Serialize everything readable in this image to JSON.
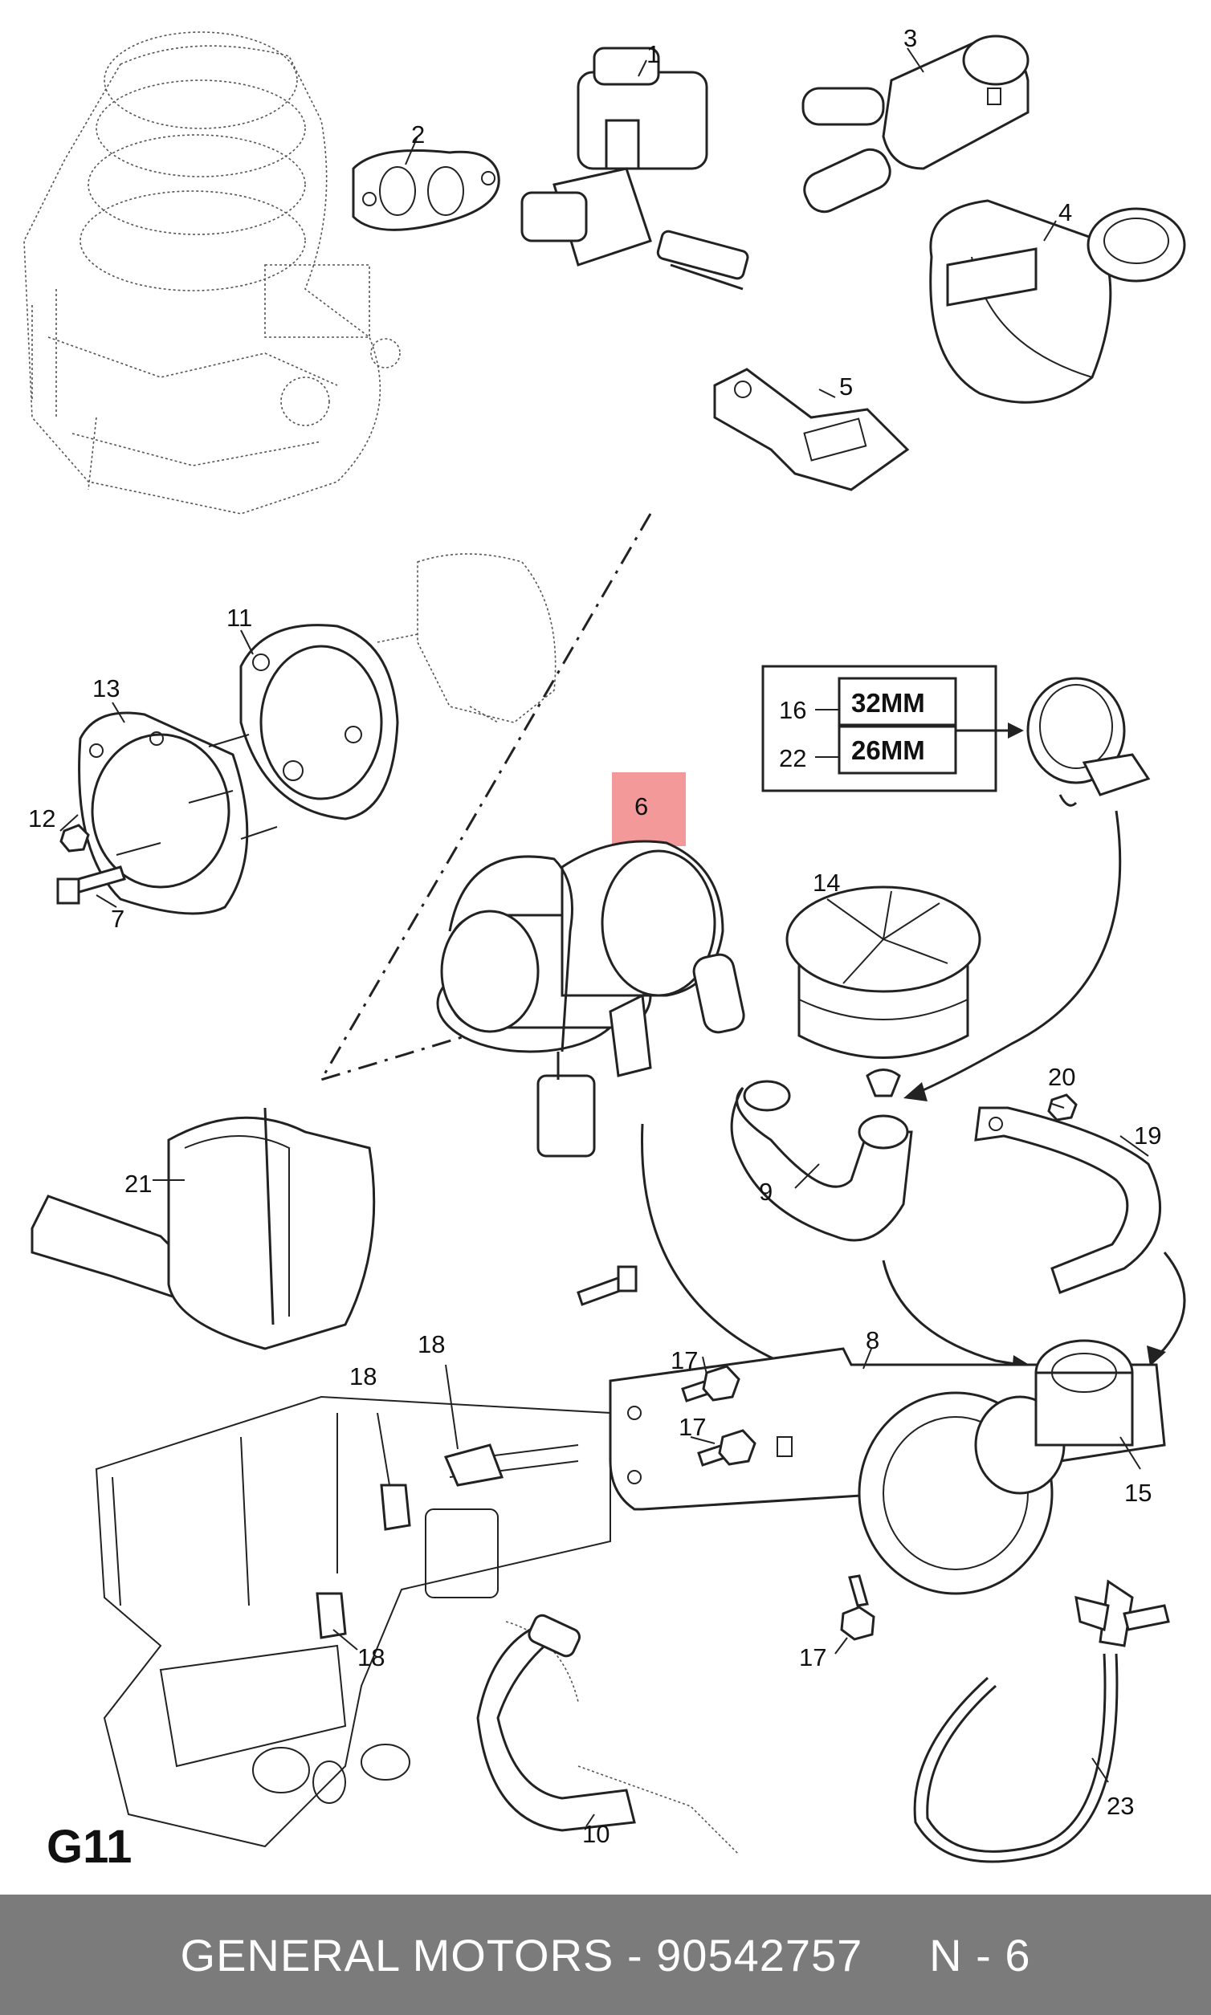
{
  "diagram": {
    "sheet_code": "G11",
    "part_labels": [
      "1",
      "2",
      "3",
      "4",
      "5",
      "6",
      "7",
      "8",
      "9",
      "10",
      "11",
      "12",
      "13",
      "14",
      "15",
      "16",
      "17",
      "17",
      "17",
      "18",
      "18",
      "18",
      "19",
      "20",
      "21",
      "22",
      "23"
    ],
    "size_table": [
      {
        "ref": "16",
        "size": "32MM"
      },
      {
        "ref": "22",
        "size": "26MM"
      }
    ],
    "highlighted_part": "6",
    "highlight_color": "#f08080"
  },
  "footer": {
    "text": "GENERAL MOTORS - 90542757     N - 6",
    "background": "#7b7b7b"
  }
}
